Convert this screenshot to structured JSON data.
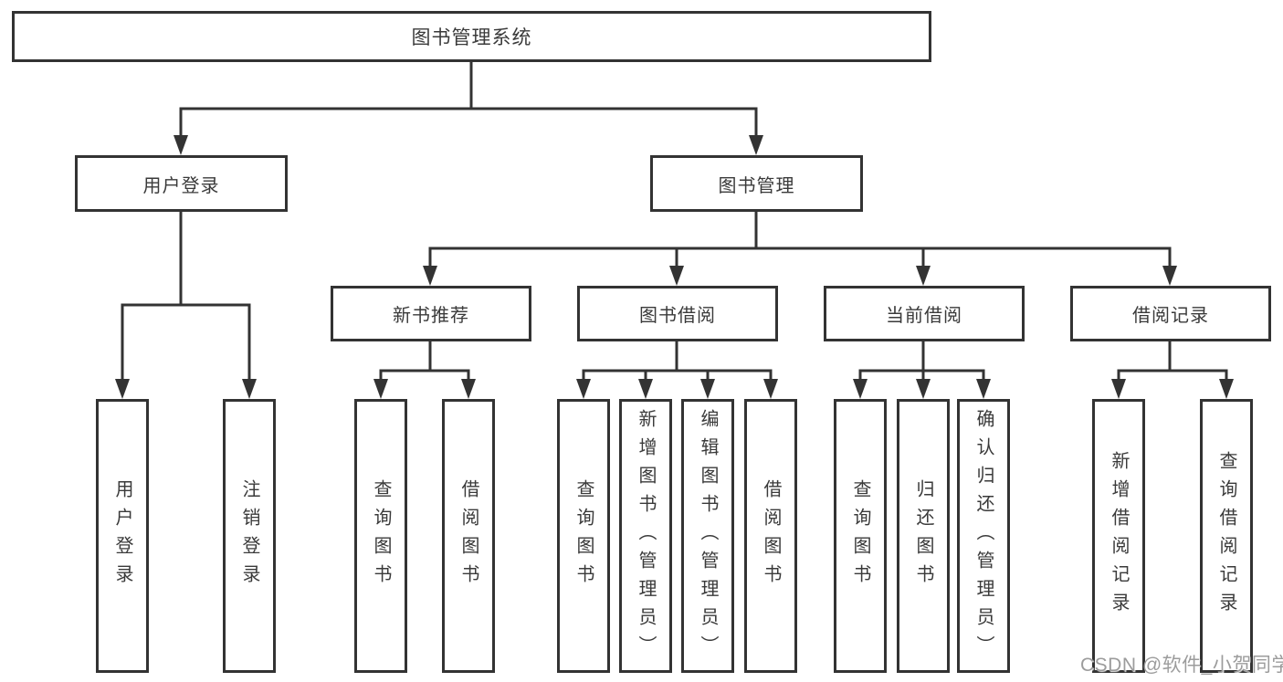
{
  "diagram": {
    "root": {
      "label": "图书管理系统"
    },
    "level2": [
      {
        "id": "user-login",
        "label": "用户登录"
      },
      {
        "id": "book-management",
        "label": "图书管理"
      }
    ],
    "level3": [
      {
        "id": "new-book-recommend",
        "label": "新书推荐"
      },
      {
        "id": "book-borrow",
        "label": "图书借阅"
      },
      {
        "id": "current-borrow",
        "label": "当前借阅"
      },
      {
        "id": "borrow-records",
        "label": "借阅记录"
      }
    ],
    "leaves": {
      "user_login": [
        "用户登录",
        "注销登录"
      ],
      "new_book_recommend": [
        "查询图书",
        "借阅图书"
      ],
      "book_borrow": [
        "查询图书",
        "新增图书（管理员）",
        "编辑图书（管理员）",
        "借阅图书"
      ],
      "current_borrow": [
        "查询图书",
        "归还图书",
        "确认归还（管理员）"
      ],
      "borrow_records": [
        "新增借阅记录",
        "查询借阅记录"
      ]
    }
  },
  "watermark": {
    "text": "CSDN @软件_小贺同学"
  },
  "colors": {
    "line": "#333333",
    "text": "#3a3a3a",
    "box_background": "#ffffff",
    "page_background": "#ffffff",
    "watermark": "#9c9c9c"
  }
}
